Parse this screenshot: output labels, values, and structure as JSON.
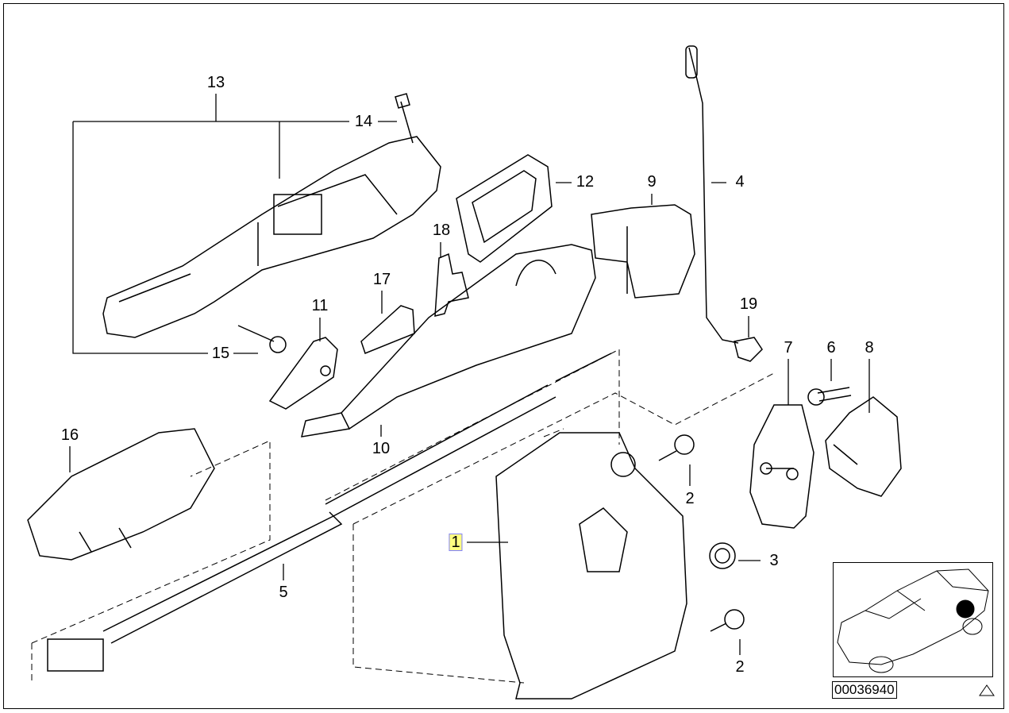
{
  "diagram": {
    "part_number": "00036940",
    "highlighted_label": "1",
    "callouts": [
      {
        "id": "13",
        "text": "13"
      },
      {
        "id": "14",
        "text": "14"
      },
      {
        "id": "12",
        "text": "12"
      },
      {
        "id": "9",
        "text": "9"
      },
      {
        "id": "4",
        "text": "4"
      },
      {
        "id": "18",
        "text": "18"
      },
      {
        "id": "17",
        "text": "17"
      },
      {
        "id": "11",
        "text": "11"
      },
      {
        "id": "19",
        "text": "19"
      },
      {
        "id": "7",
        "text": "7"
      },
      {
        "id": "6",
        "text": "6"
      },
      {
        "id": "8",
        "text": "8"
      },
      {
        "id": "15",
        "text": "15"
      },
      {
        "id": "16",
        "text": "16"
      },
      {
        "id": "10",
        "text": "10"
      },
      {
        "id": "2a",
        "text": "2"
      },
      {
        "id": "1",
        "text": "1"
      },
      {
        "id": "3",
        "text": "3"
      },
      {
        "id": "5",
        "text": "5"
      },
      {
        "id": "2b",
        "text": "2"
      }
    ],
    "icons": [
      "warning-triangle-icon",
      "car-locator-icon"
    ],
    "colors": {
      "line": "#000000",
      "highlight": "#ffff80",
      "locator_dot": "#000000"
    }
  }
}
